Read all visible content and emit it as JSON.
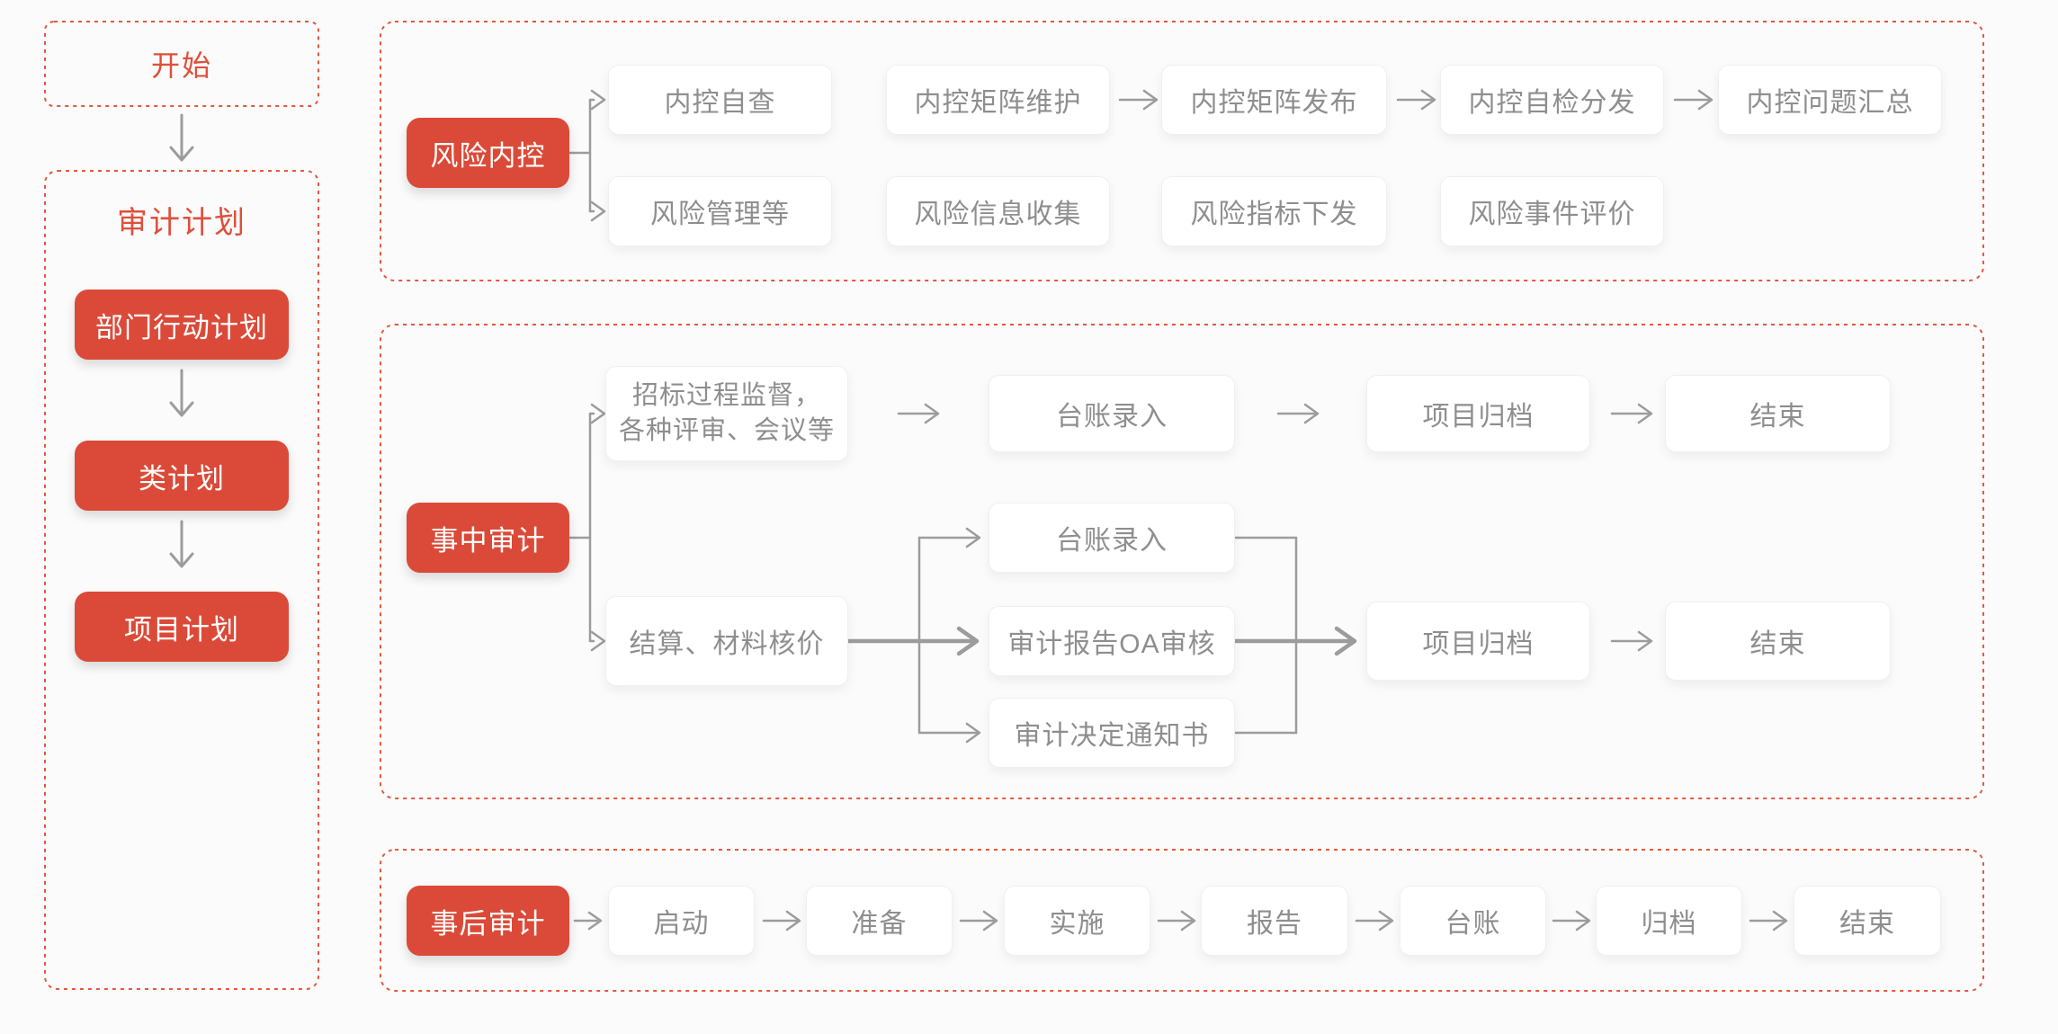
{
  "palette": {
    "red_fill": "#DB4A38",
    "red_border": "#E4573E",
    "red_text": "#DF4F3B",
    "node_text": "#8E8E8E",
    "arrow": "#9C9C9C",
    "node_bg": "#FFFFFF",
    "page_bg": "#FBFBFB"
  },
  "start_label": "开始",
  "audit_plan": {
    "title": "审计计划",
    "items": [
      "部门行动计划",
      "类计划",
      "项目计划"
    ]
  },
  "risk": {
    "root": "风险内控",
    "row1": [
      "内控自查",
      "内控矩阵维护",
      "内控矩阵发布",
      "内控自检分发",
      "内控问题汇总"
    ],
    "row2": [
      "风险管理等",
      "风险信息收集",
      "风险指标下发",
      "风险事件评价"
    ]
  },
  "during": {
    "root": "事中审计",
    "bid_line1": "招标过程监督，",
    "bid_line2": "各种评审、会议等",
    "top_steps": [
      "台账录入",
      "项目归档",
      "结束"
    ],
    "settle": "结算、材料核价",
    "parallel": [
      "台账录入",
      "审计报告OA审核",
      "审计决定通知书"
    ],
    "bottom_steps": [
      "项目归档",
      "结束"
    ]
  },
  "post": {
    "root": "事后审计",
    "steps": [
      "启动",
      "准备",
      "实施",
      "报告",
      "台账",
      "归档",
      "结束"
    ]
  }
}
